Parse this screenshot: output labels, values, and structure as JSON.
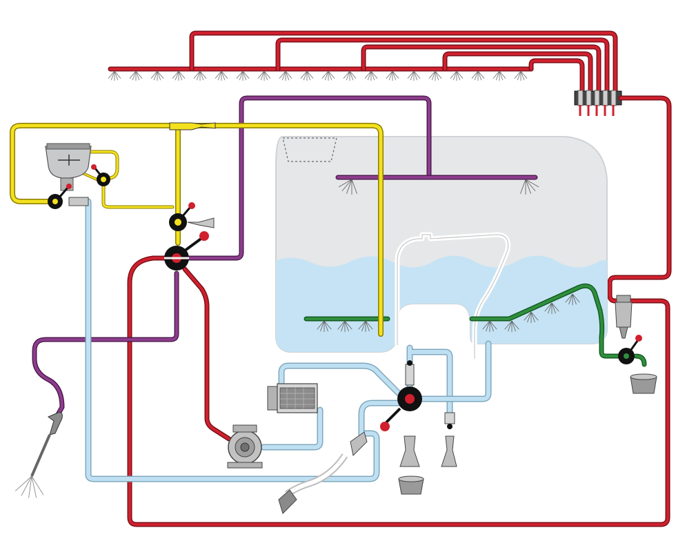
{
  "diagram": {
    "kind": "sprayer plumbing schematic",
    "colors": {
      "pressure": "#d0202e",
      "pressure_edge": "#7a1018",
      "suction": "#bfe0f2",
      "suction_edge": "#7fa7bd",
      "rinse": "#f4e11e",
      "rinse_edge": "#8a7c00",
      "agitation": "#8e3d8e",
      "agitation_edge": "#4d1e4d",
      "tank_wash": "#2f8f3e",
      "tank_wash_edge": "#155a22",
      "tank_air": "#e6e7e9",
      "tank_liquid": "#c5e3f4",
      "component": "#9a9a9a",
      "valve": "#111111",
      "valve_marker": "#d0202e"
    },
    "components": [
      "spray-boom",
      "boom-section-valve-manifold",
      "main-tank",
      "rinse-tank",
      "chemical-inducer-hopper",
      "pump",
      "suction-filter",
      "pressure-filter",
      "three-way-selector-valve",
      "spray-lance",
      "drain-cup"
    ]
  }
}
